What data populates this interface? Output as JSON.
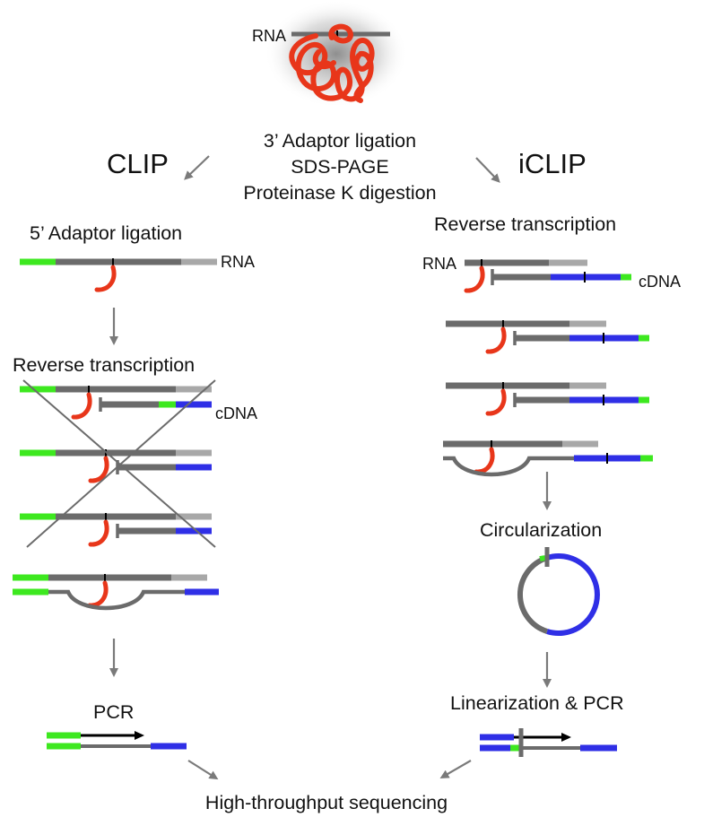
{
  "colors": {
    "adaptor_green": "#3de81f",
    "rna_gray": "#6b6b6b",
    "adaptor_light_gray": "#a8a8a8",
    "cdna_blue": "#2f2fe6",
    "protein_red": "#e8361a",
    "arrow_gray": "#7a7a7a",
    "text": "#111111",
    "cross_gray": "#6b6b6b"
  },
  "top": {
    "rna_label": "RNA",
    "steps": [
      "3’ Adaptor ligation",
      "SDS-PAGE",
      "Proteinase K digestion"
    ]
  },
  "clip": {
    "title": "CLIP",
    "adaptor_ligation": "5’ Adaptor ligation",
    "rna_label": "RNA",
    "reverse_transcription": "Reverse transcription",
    "cdna_label": "cDNA",
    "pcr": "PCR"
  },
  "iclip": {
    "title": "iCLIP",
    "reverse_transcription": "Reverse transcription",
    "rna_label": "RNA",
    "cdna_label": "cDNA",
    "circularization": "Circularization",
    "linearization": "Linearization & PCR"
  },
  "footer": {
    "sequencing": "High-throughput sequencing"
  }
}
